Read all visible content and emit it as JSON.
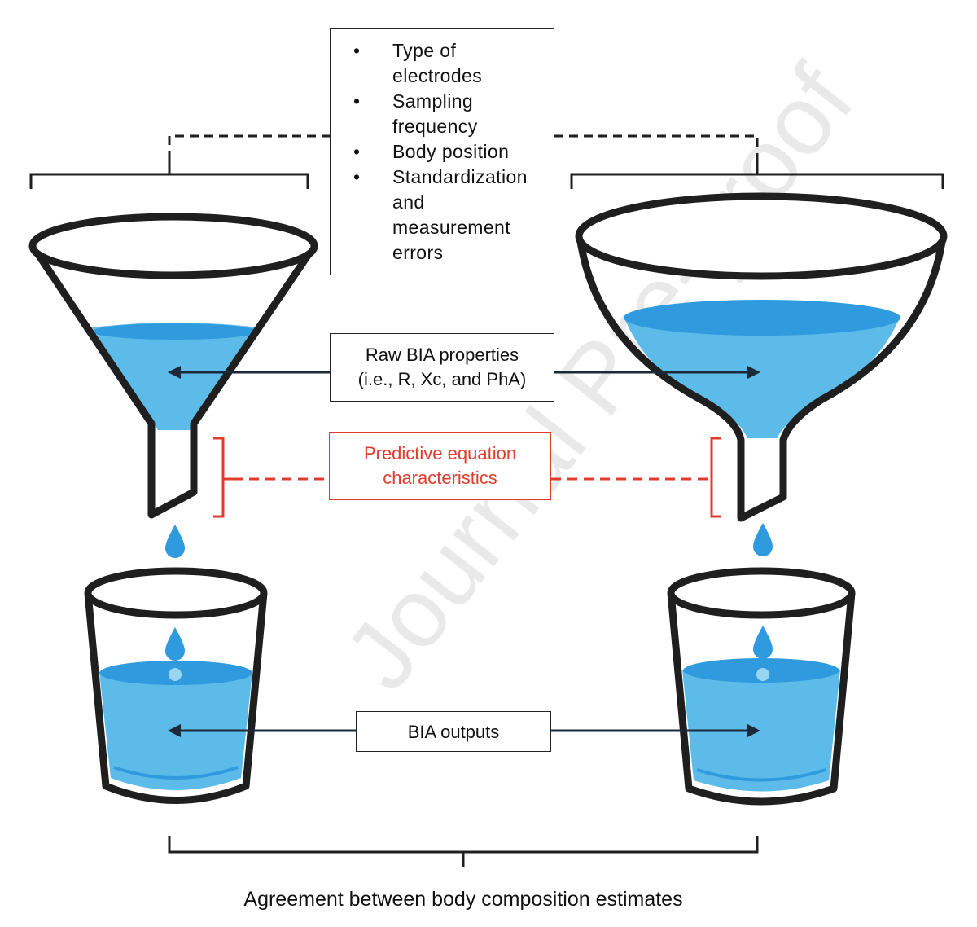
{
  "factors": {
    "items": [
      [
        "Type of",
        "electrodes"
      ],
      [
        "Sampling",
        "frequency"
      ],
      [
        "Body position"
      ],
      [
        "Standardization",
        "and",
        "measurement",
        "errors"
      ]
    ]
  },
  "raw_box": {
    "line1": "Raw BIA properties",
    "line2": "(i.e., R, Xc, and PhA)"
  },
  "predictive_box": {
    "line1": "Predictive equation",
    "line2": "characteristics"
  },
  "outputs_box": {
    "label": "BIA outputs"
  },
  "caption": "Agreement between body composition estimates",
  "watermark": "Journal Pre-proof",
  "colors": {
    "water": "#5cbbe9",
    "water_dark": "#2f9bde",
    "outline": "#1f1f1f",
    "accent_red": "#e03c2e",
    "arrow": "#1b2a3a"
  }
}
